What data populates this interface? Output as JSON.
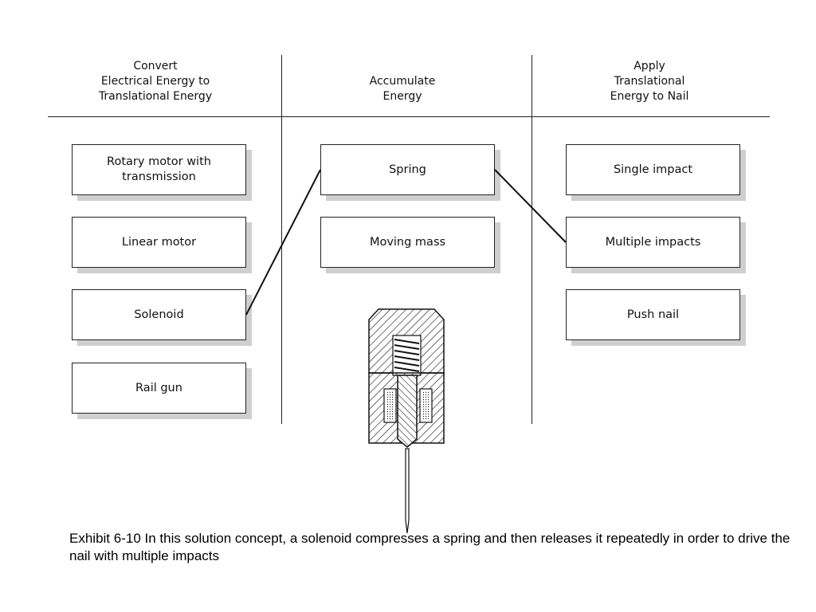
{
  "headers": {
    "col1": "Convert\nElectrical Energy to\nTranslational Energy",
    "col2": "Accumulate\nEnergy",
    "col3": "Apply\nTranslational\nEnergy to Nail"
  },
  "col1_boxes": [
    "Rotary motor with\ntransmission",
    "Linear motor",
    "Solenoid",
    "Rail gun"
  ],
  "col2_boxes": [
    "Spring",
    "Moving mass"
  ],
  "col3_boxes": [
    "Single impact",
    "Multiple impacts",
    "Push nail"
  ],
  "connections": [
    {
      "from": "Solenoid",
      "to": "Spring"
    },
    {
      "from": "Spring",
      "to": "Multiple impacts"
    }
  ],
  "caption": "Exhibit 6-10 In this solution concept, a solenoid compresses a spring and then releases it repeatedly in order to drive the nail with multiple impacts"
}
